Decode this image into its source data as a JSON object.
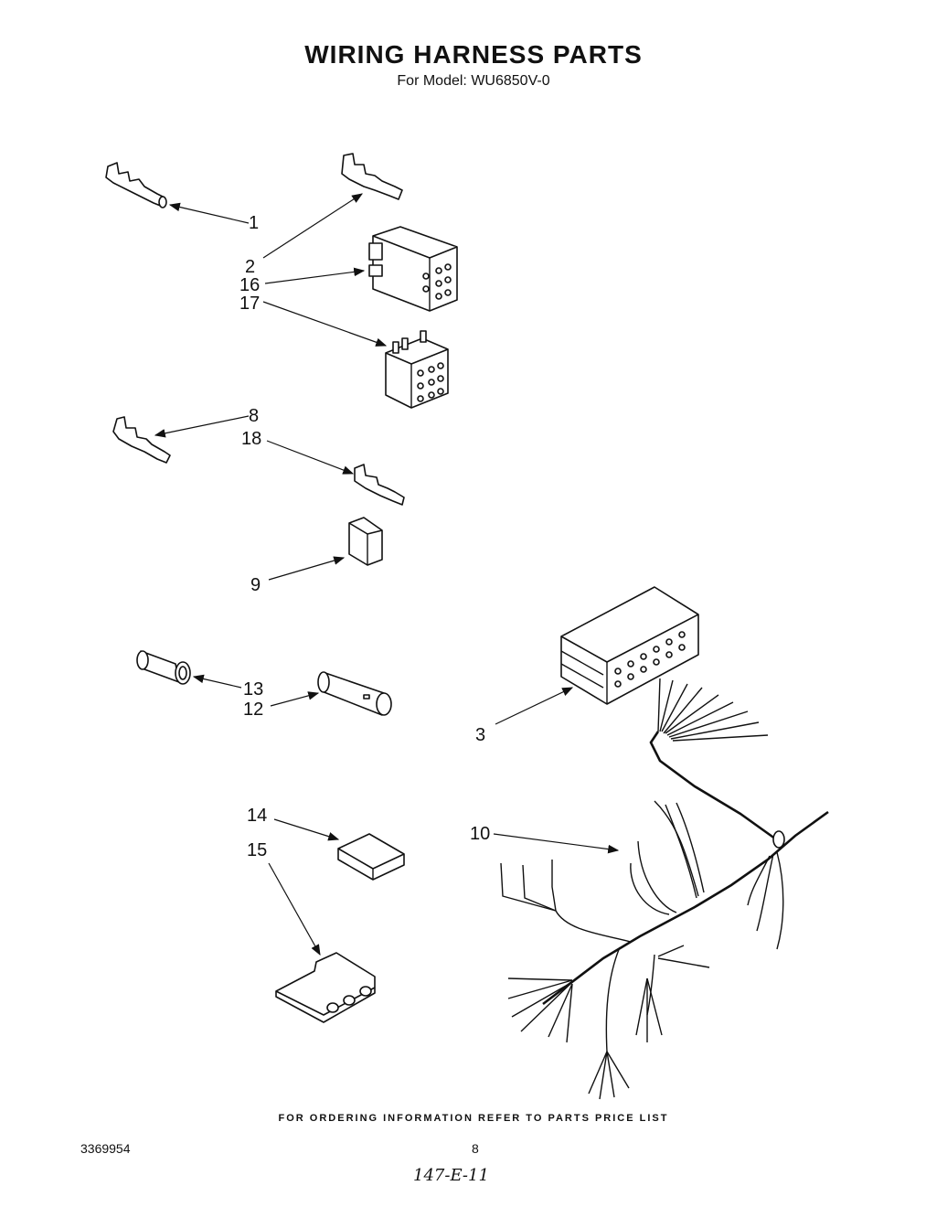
{
  "header": {
    "title": "WIRING HARNESS PARTS",
    "subtitle": "For Model: WU6850V-0"
  },
  "callouts": {
    "c1": "1",
    "c2": "2",
    "c16": "16",
    "c17": "17",
    "c8": "8",
    "c18": "18",
    "c9": "9",
    "c13": "13",
    "c12": "12",
    "c3": "3",
    "c14": "14",
    "c15": "15",
    "c10": "10"
  },
  "footer": {
    "ordering_note": "FOR ORDERING INFORMATION REFER TO PARTS PRICE LIST",
    "document_number": "3369954",
    "page_number": "8",
    "handwritten_note": "147-E-11"
  }
}
